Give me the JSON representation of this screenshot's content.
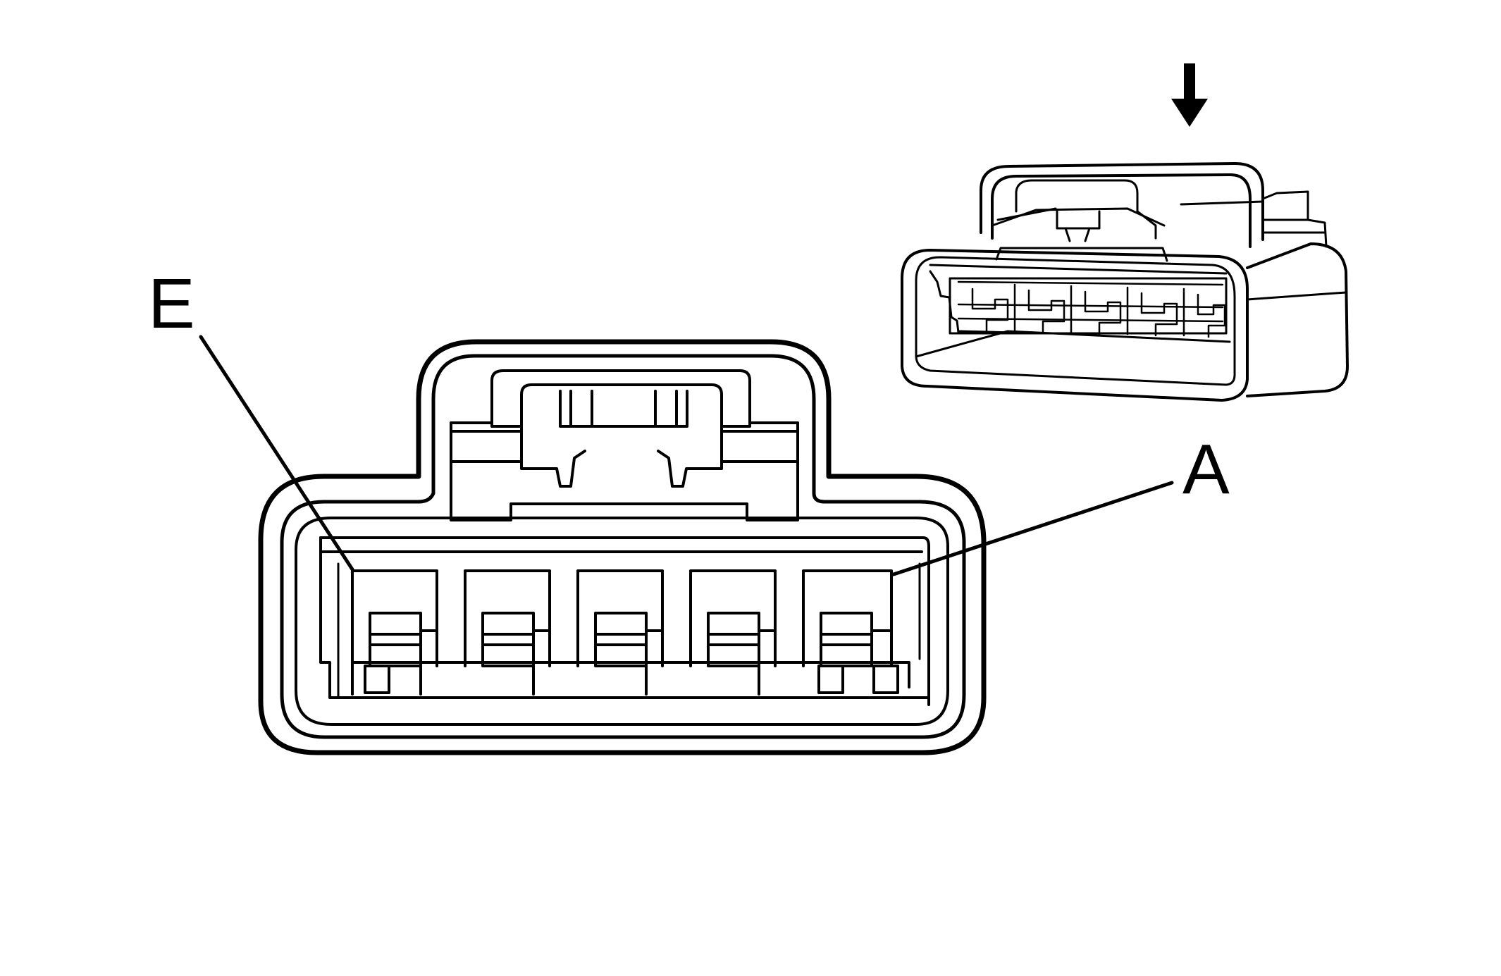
{
  "labels": {
    "pin_e": "E",
    "pin_a": "A"
  },
  "colors": {
    "line": "#000000",
    "background": "#ffffff"
  },
  "icons": {
    "view_direction": "arrow-down-icon"
  },
  "pin_count": 5
}
